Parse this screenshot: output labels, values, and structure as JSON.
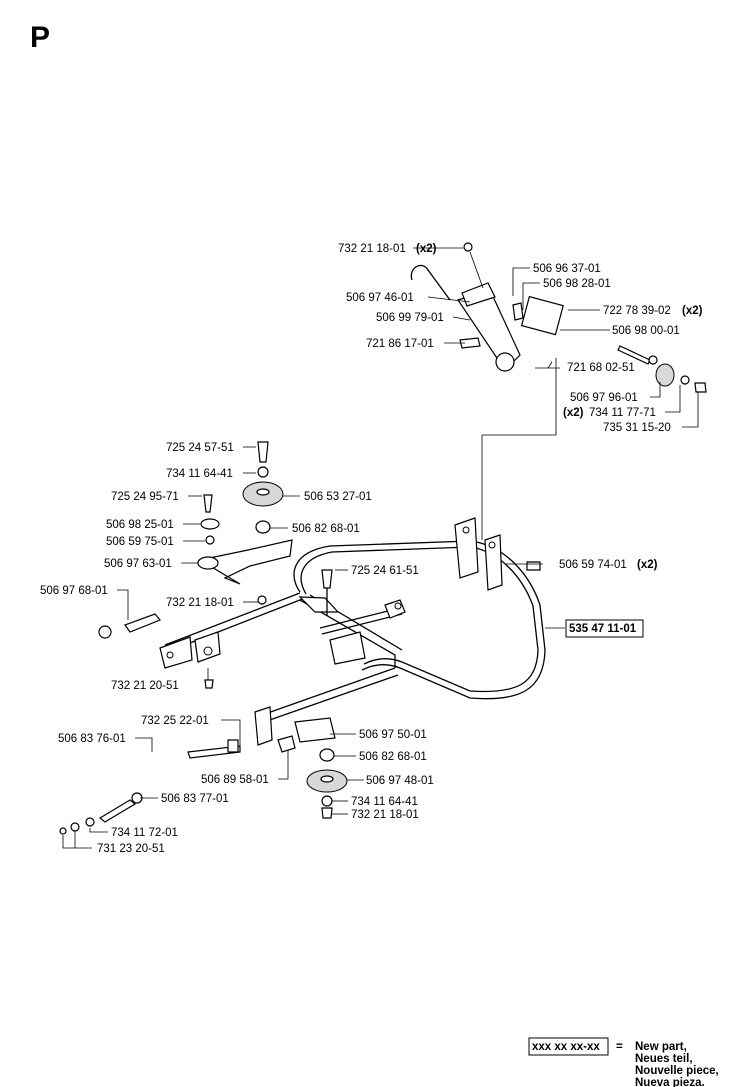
{
  "section_letter": "P",
  "frame_part_number": "535 47 11-01",
  "labels": {
    "p732_21_18_01_top": "732 21 18-01",
    "p732_21_18_01_top_qty": "(x2)",
    "p506_96_37_01": "506 96 37-01",
    "p506_98_28_01": "506 98 28-01",
    "p506_97_46_01": "506 97 46-01",
    "p722_78_39_02": "722 78 39-02",
    "p722_78_39_02_qty": "(x2)",
    "p506_99_79_01": "506 99 79-01",
    "p506_98_00_01": "506 98 00-01",
    "p721_86_17_01": "721 86 17-01",
    "p721_68_02_51": "721 68 02-51",
    "p506_97_96_01": "506 97 96-01",
    "p734_11_77_71_qty": "(x2)",
    "p734_11_77_71": "734 11 77-71",
    "p735_31_15_20": "735 31 15-20",
    "p725_24_57_51": "725 24 57-51",
    "p734_11_64_41_a": "734 11 64-41",
    "p725_24_95_71": "725 24 95-71",
    "p506_53_27_01": "506 53 27-01",
    "p506_98_25_01": "506 98 25-01",
    "p506_82_68_01_a": "506 82 68-01",
    "p506_59_75_01": "506 59 75-01",
    "p506_97_63_01": "506 97 63-01",
    "p506_59_74_01": "506 59 74-01",
    "p506_59_74_01_qty": "(x2)",
    "p725_24_61_51": "725 24 61-51",
    "p506_97_68_01": "506 97 68-01",
    "p732_21_18_01_mid": "732 21 18-01",
    "p732_21_20_51": "732 21 20-51",
    "p732_25_22_01": "732 25 22-01",
    "p506_83_76_01": "506 83 76-01",
    "p506_97_50_01": "506 97 50-01",
    "p506_82_68_01_b": "506 82 68-01",
    "p506_89_58_01": "506 89 58-01",
    "p506_97_48_01": "506 97 48-01",
    "p506_83_77_01": "506 83 77-01",
    "p734_11_64_41_b": "734 11 64-41",
    "p732_21_18_01_bot": "732 21 18-01",
    "p734_11_72_01": "734 11 72-01",
    "p731_23_20_51": "731 23 20-51"
  },
  "legend": {
    "code_box": "xxx xx xx-xx",
    "equals": "=",
    "line1": "New part,",
    "line2": "Neues teil,",
    "line3": "Nouvelle piece,",
    "line4": "Nueva pieza."
  }
}
